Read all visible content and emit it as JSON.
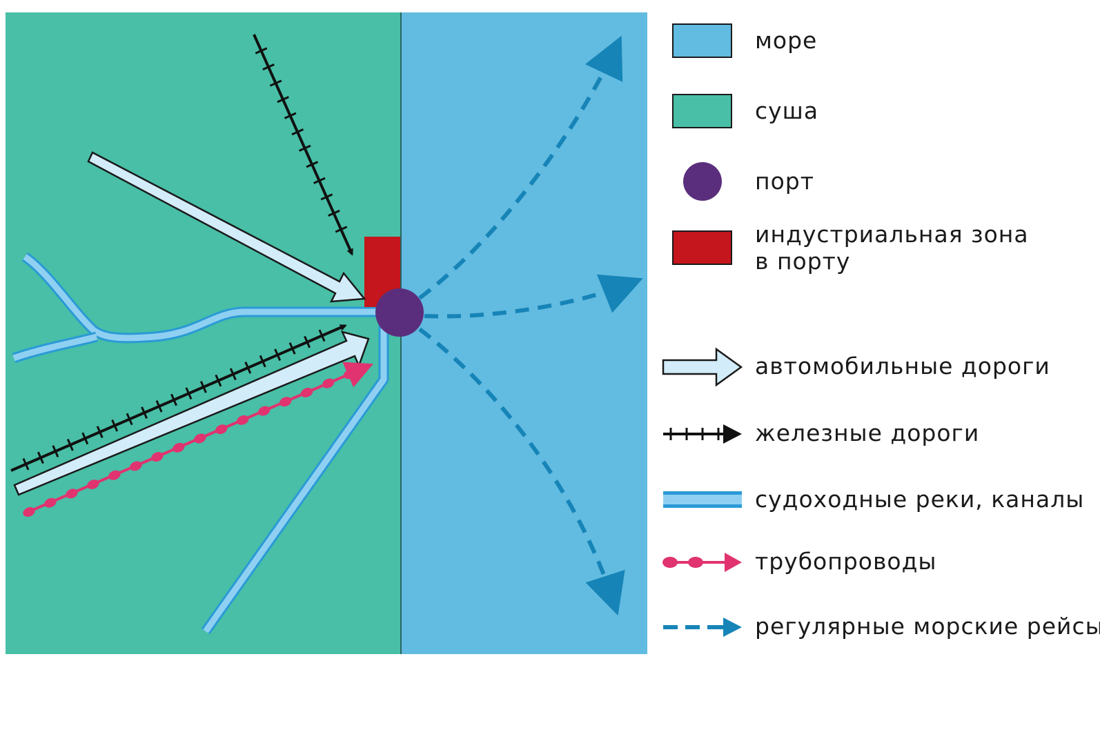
{
  "colors": {
    "sea": "#62bbe0",
    "land": "#48bfa6",
    "port": "#5b2e7d",
    "industrial_zone": "#c4161c",
    "road_fill": "#d3ecfa",
    "railway": "#111111",
    "river": "#2a9ad6",
    "pipeline": "#e0336f",
    "sea_route": "#1684b7"
  },
  "legend": {
    "sea": "море",
    "land": "суша",
    "port": "порт",
    "industrial_zone_line1": "индустриальная зона",
    "industrial_zone_line2": "в порту",
    "roads": "автомобильные дороги",
    "railways": "железные дороги",
    "rivers": "судоходные реки, каналы",
    "pipelines": "трубопроводы",
    "sea_routes": "регулярные морские рейсы"
  }
}
